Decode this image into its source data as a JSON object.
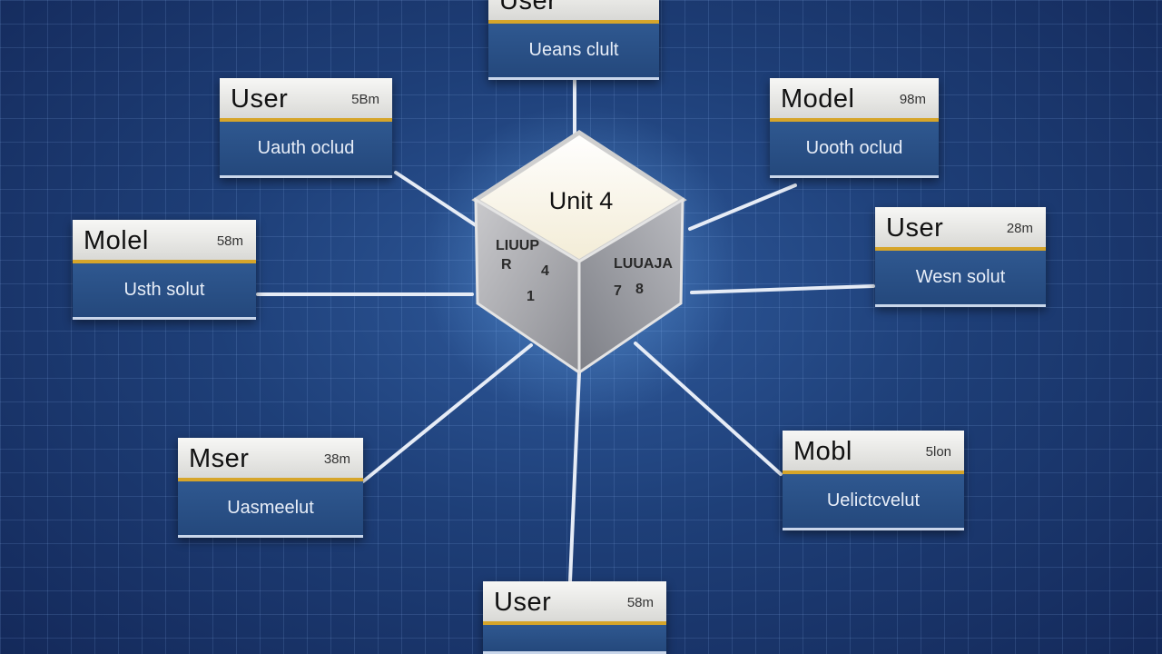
{
  "center": {
    "label": "Unit 4",
    "left_face_text": [
      "LIUUP",
      "R",
      "1",
      "4"
    ],
    "right_face_text": [
      "LUUAJA",
      "7",
      "8"
    ]
  },
  "nodes": [
    {
      "id": "top",
      "title": "User",
      "tag": "",
      "subtitle": "Ueans clult"
    },
    {
      "id": "top-left",
      "title": "User",
      "tag": "5Bm",
      "subtitle": "Uauth oclud"
    },
    {
      "id": "top-right",
      "title": "Model",
      "tag": "98m",
      "subtitle": "Uooth oclud"
    },
    {
      "id": "mid-left",
      "title": "Molel",
      "tag": "58m",
      "subtitle": "Usth solut"
    },
    {
      "id": "mid-right",
      "title": "User",
      "tag": "28m",
      "subtitle": "Wesn solut"
    },
    {
      "id": "bottom-left",
      "title": "Mser",
      "tag": "38m",
      "subtitle": "Uasmeelut"
    },
    {
      "id": "bottom-right",
      "title": "Mobl",
      "tag": "5lon",
      "subtitle": "Uelictcvelut"
    },
    {
      "id": "bottom",
      "title": "User",
      "tag": "58m",
      "subtitle": ""
    }
  ],
  "colors": {
    "background": "#1e3f78",
    "card_header": "#e8e8e6",
    "card_accent": "#d6a52a",
    "card_body": "#2a5088",
    "connector": "#e6ecf6"
  }
}
